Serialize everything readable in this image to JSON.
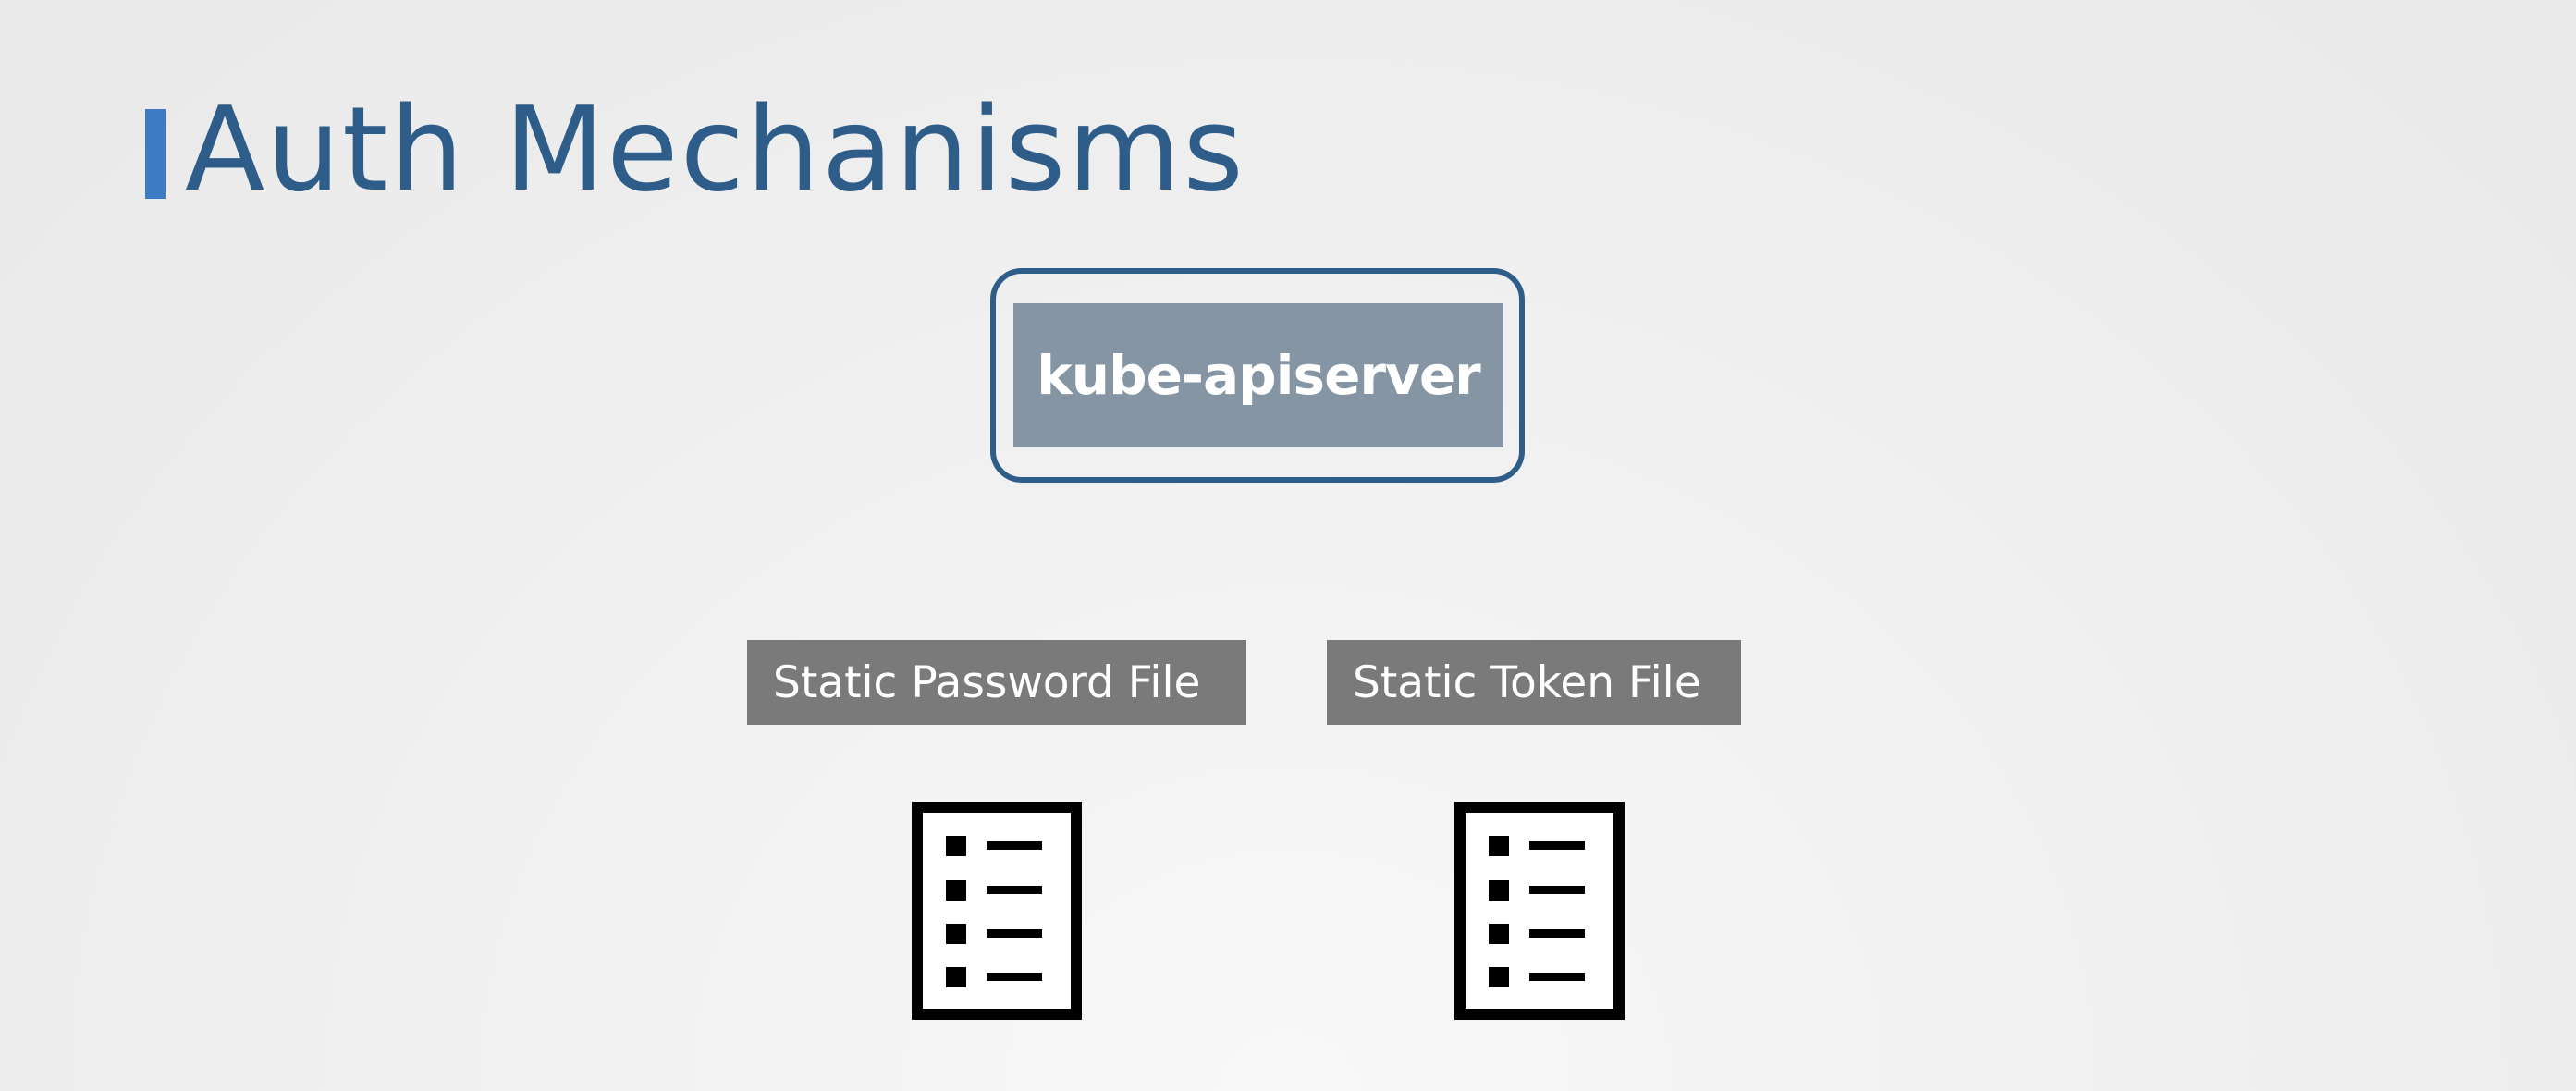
{
  "slide": {
    "title": "Auth Mechanisms",
    "accent_color": "#3d7cc4",
    "title_color": "#2f5d8a"
  },
  "server": {
    "label": "kube-apiserver",
    "box_color": "#8595a4",
    "border_color": "#2f5d8a"
  },
  "mechanisms": [
    {
      "label": "Static Password File",
      "icon": "document-list-icon"
    },
    {
      "label": "Static Token File",
      "icon": "document-list-icon"
    }
  ],
  "label_color": "#7a7a7a"
}
